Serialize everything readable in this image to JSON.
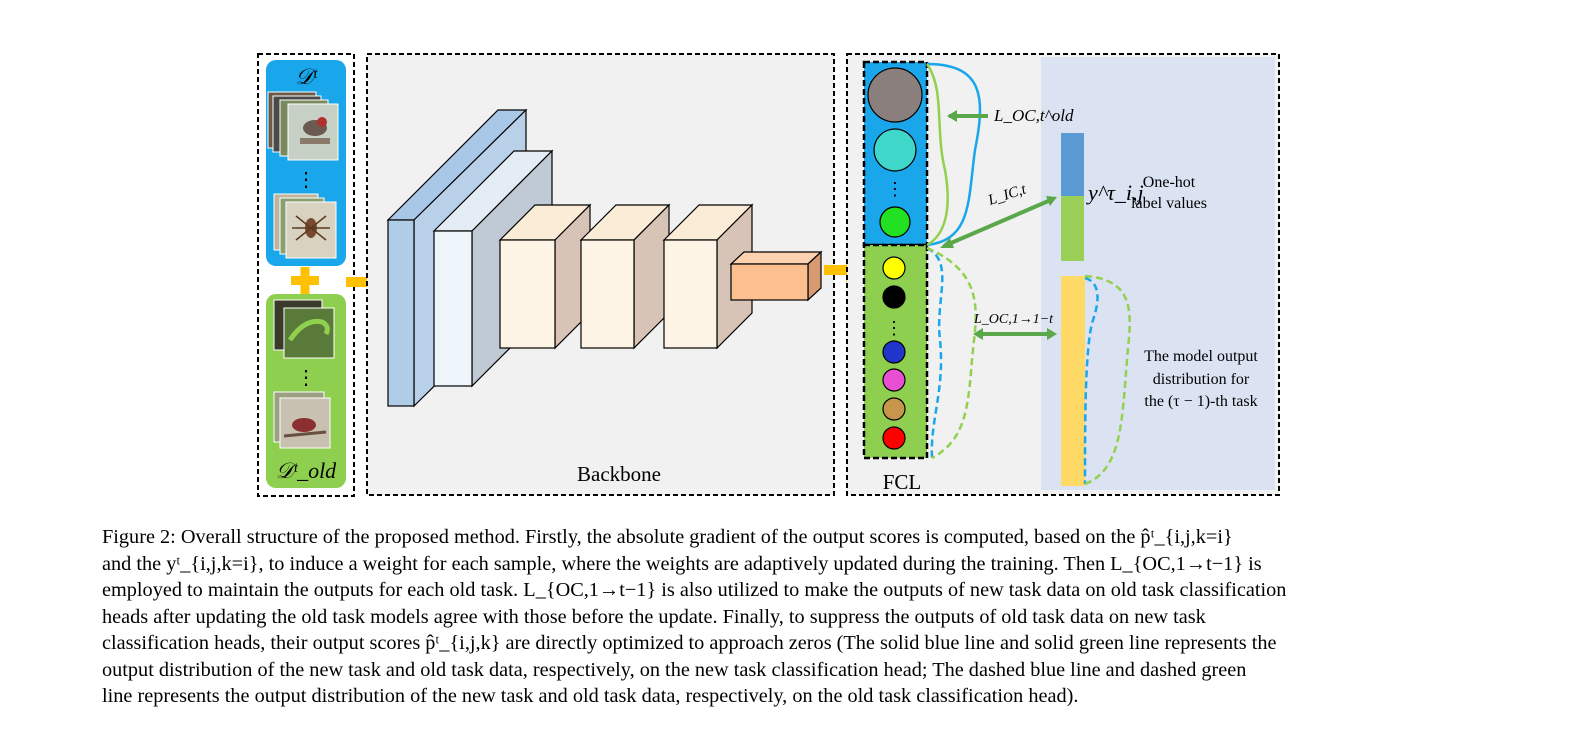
{
  "figure": {
    "dataset_new_label": "𝒟ᵗ",
    "dataset_old_label": "𝒟ᵗ_old",
    "backbone_label": "Backbone",
    "fcl_label": "FCL",
    "loss_oc_old_label": "L_OC,t^old",
    "loss_ic_label": "L_IC,t",
    "loss_oc_range_label": "L_OC,1→1−t",
    "y_label": "y^τ_i,j",
    "onehot_label": [
      "One-hot",
      "label values"
    ],
    "model_output_label": [
      "The model output",
      "distribution for",
      "the (τ − 1)-th task"
    ],
    "ellipsis": "⋮",
    "colors": {
      "new_panel": "#1aa6ea",
      "old_panel": "#8fcf4f",
      "backbone_bg": "#f1f1f1",
      "head_region_bg": "#dbe3f3",
      "arrow": "#ffc000",
      "bar_yellow": "#ffd966",
      "bar_blue": "#5b9bd5",
      "bar_green": "#9ad057",
      "solid_blue_curve": "#1aa6ea",
      "solid_green_curve": "#92d050"
    },
    "new_task_nodes": [
      "#8a7f7c",
      "#3fd7c9",
      "#22e022"
    ],
    "old_task_nodes": [
      "#ffff00",
      "#000000",
      "#1f36c9",
      "#e84fd3",
      "#c8954c",
      "#ff0000"
    ]
  },
  "caption": {
    "lines": [
      "Figure 2: Overall structure of the proposed method. Firstly, the absolute gradient of the output scores is computed, based on the p̂ᵗ_{i,j,k=i}",
      "and the yᵗ_{i,j,k=i}, to induce a weight for each sample, where the weights are adaptively updated during the training. Then L_{OC,1→t−1} is",
      "employed to maintain the outputs for each old task. L_{OC,1→t−1} is also utilized to make the outputs of new task data on old task classification",
      "heads after updating the old task models agree with those before the update. Finally, to suppress the outputs of old task data on new task",
      "classification heads, their output scores p̂ᵗ_{i,j,k} are directly optimized to approach zeros (The solid blue line and solid green line represents the",
      "output distribution of the new task and old task data, respectively, on the new task classification head; The dashed blue line and dashed green",
      "line represents the output distribution of the new task and old task data, respectively, on the old task classification head)."
    ]
  }
}
